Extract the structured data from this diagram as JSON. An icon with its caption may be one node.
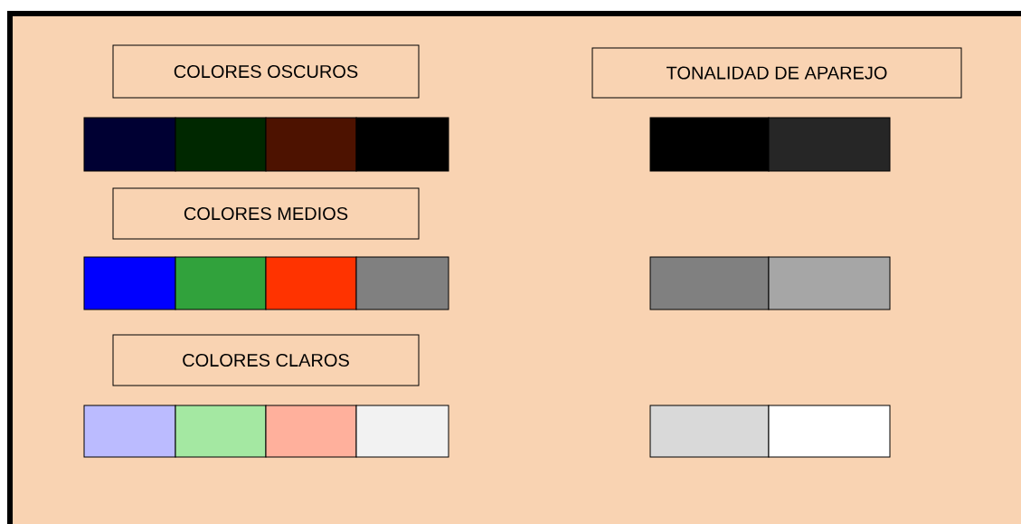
{
  "diagram": {
    "nodes": [
      {
        "text": [
          "COLORES OSCUROS"
        ]
      },
      {
        "text": [
          "TONALIDAD DE APAREJO"
        ]
      },
      {
        "text": [
          "COLORES MEDIOS"
        ]
      },
      {
        "text": [
          "COLORES CLAROS"
        ]
      }
    ]
  }
}
